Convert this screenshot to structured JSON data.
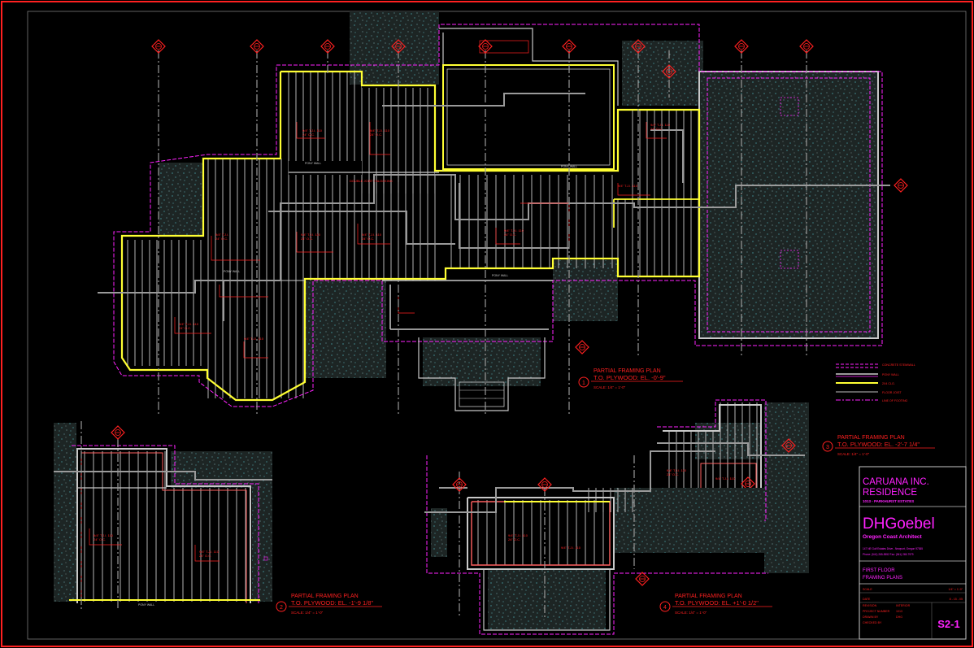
{
  "sheet": {
    "sheet_number": "S2-1"
  },
  "title_block": {
    "project_name_line1": "CARUANA INC.",
    "project_name_line2": "RESIDENCE",
    "project_subtitle": "1013 - PARKHURST ESTATES",
    "firm_name": "DHGoebel",
    "firm_tagline": "Oregon Coast Architect",
    "firm_address": "147 NE Gulf Estates Drive  -  Newport, Oregon 97365",
    "firm_phone": "Phone: (541) 265-5552        Fax: (541) 265-7979",
    "sheet_title_line1": "FIRST FLOOR",
    "sheet_title_line2": "FRAMING PLANS",
    "rows": [
      {
        "label": "SCALE",
        "value": "1/4\" = 1'-0\""
      },
      {
        "label": "DATE",
        "value": "8 - 15 - 05"
      },
      {
        "label": "REVISION",
        "value": "INTERIOR"
      },
      {
        "label": "PROJECT NUMBER",
        "value": "1013"
      },
      {
        "label": "DRAWN BY",
        "value": "DHG"
      },
      {
        "label": "CHECKED BY",
        "value": ""
      }
    ]
  },
  "plans": [
    {
      "number": "1",
      "title": "PARTIAL FRAMING PLAN",
      "subtitle": "T.O. PLYWOOD:  EL. -0'-9\"",
      "scale": "SCALE: 1/4\" = 1'-0\""
    },
    {
      "number": "2",
      "title": "PARTIAL FRAMING PLAN",
      "subtitle": "T.O. PLYWOOD:  EL. -1'-9 1/8\"",
      "scale": "SCALE: 1/4\" = 1'-0\""
    },
    {
      "number": "3",
      "title": "PARTIAL FRAMING PLAN",
      "subtitle": "T.O. PLYWOOD:  EL. -2'-7 1/4\"",
      "scale": "SCALE: 1/4\" = 1'-0\""
    },
    {
      "number": "4",
      "title": "PARTIAL FRAMING PLAN",
      "subtitle": "T.O. PLYWOOD:  EL. +1'-0 1/2\"",
      "scale": "SCALE: 1/4\" = 1'-0\""
    }
  ],
  "legend": [
    {
      "label": "CONCRETE STEMWALL",
      "color": "#ff22ff"
    },
    {
      "label": "PONY WALL",
      "color": "#cccccc"
    },
    {
      "label": "2X4 CLG.",
      "color": "#ffff33"
    },
    {
      "label": "FLOOR JOIST",
      "color": "#c0c0c0"
    },
    {
      "label": "LINE OF FOOTING",
      "color": "#ff22ff"
    }
  ],
  "colors": {
    "background": "#000000",
    "border": "#ff2020",
    "stemwall": "#ff22ff",
    "wall": "#ffff33",
    "joist": "#c8c8c8",
    "gridline": "#9a9a9a",
    "annotation": "#ff2020",
    "slab_fill": "#26302f"
  }
}
